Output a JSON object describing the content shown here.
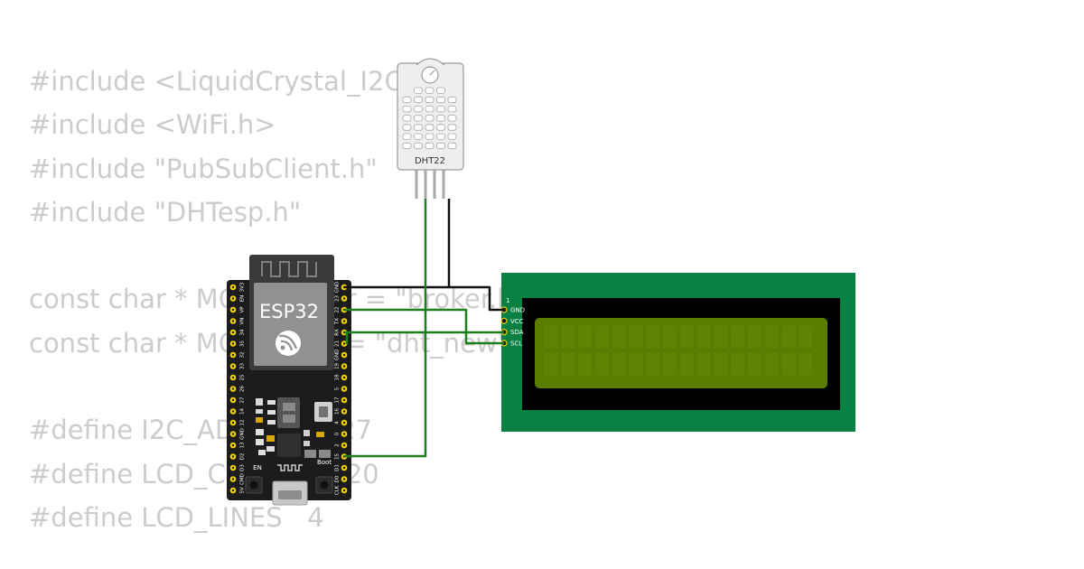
{
  "code_lines": [
    "#include <LiquidCrystal_I2C.h>",
    "#include <WiFi.h>",
    "#include \"PubSubClient.h\"",
    "#include \"DHTesp.h\"",
    "",
    "const char * MQTTServer = \"broker.hivemq.com\";",
    "const char * MQTTTopic = \"dht_new\";",
    "",
    "#define I2C_ADDR    0x27",
    "#define LCD_COLUMNS 20",
    "#define LCD_LINES   4"
  ],
  "dht": {
    "label": "DHT22"
  },
  "esp32": {
    "label": "ESP32",
    "left_pins": [
      "3V3",
      "EN",
      "VP",
      "VN",
      "34",
      "35",
      "32",
      "33",
      "25",
      "26",
      "27",
      "14",
      "12",
      "GND",
      "13",
      "D2",
      "D3",
      "CMD",
      "5V"
    ],
    "right_pins": [
      "GND",
      "23",
      "22",
      "TX",
      "RX",
      "21",
      "GND",
      "19",
      "18",
      "5",
      "17",
      "16",
      "4",
      "0",
      "2",
      "15",
      "D1",
      "D0",
      "CLK"
    ],
    "en_label": "EN",
    "boot_label": "Boot"
  },
  "lcd": {
    "pin_index": "1",
    "pins": [
      "GND",
      "VCC",
      "SDA",
      "SCL"
    ]
  },
  "colors": {
    "wire_green": "#1a7f1a",
    "wire_black": "#111111",
    "lcd_board": "#0a8043",
    "lcd_screen": "#5a7d00",
    "esp_board": "#1c1c1c",
    "pin_gold": "#f2d100"
  }
}
